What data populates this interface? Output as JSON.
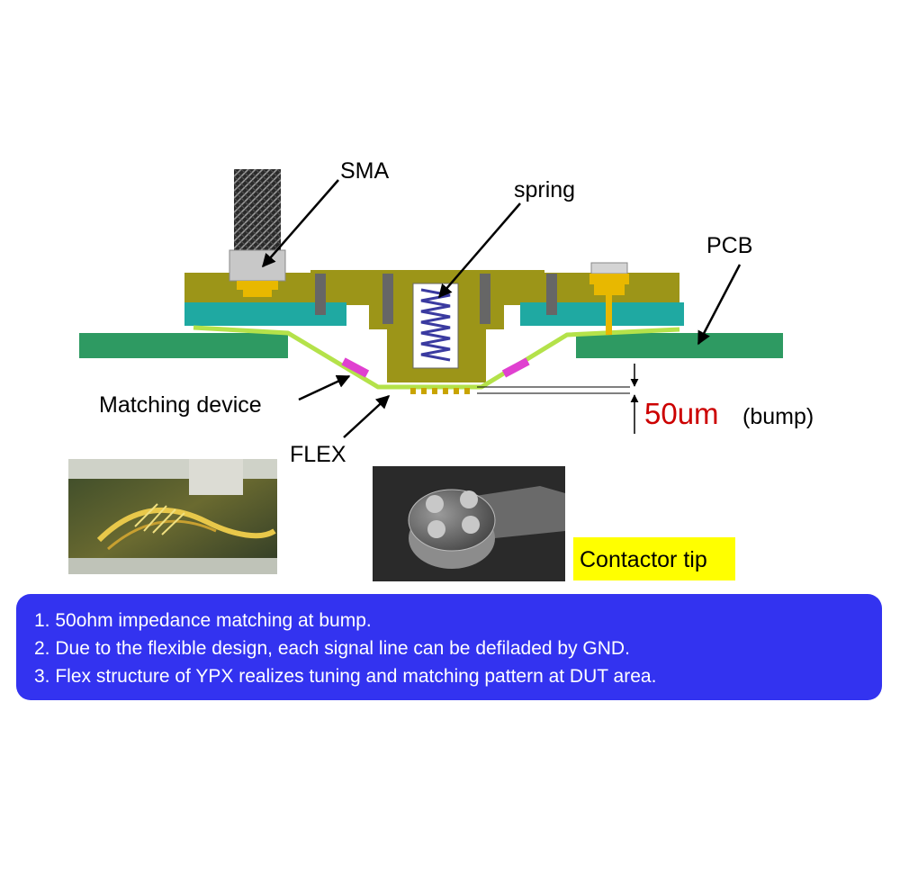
{
  "labels": {
    "sma": "SMA",
    "spring": "spring",
    "pcb": "PCB",
    "matching_device": "Matching device",
    "flex": "FLEX",
    "bump_value": "50um",
    "bump_note": "(bump)",
    "contactor_tip": "Contactor tip"
  },
  "notes": [
    "1. 50ohm impedance matching at bump.",
    "2. Due to the flexible design, each signal line can be defiladed by GND.",
    "3. Flex structure of YPX realizes tuning and matching pattern at DUT area."
  ],
  "colors": {
    "pcb": "#2e9a62",
    "housing": "#9c9518",
    "teal_board": "#1fa9a2",
    "flex": "#b4e24a",
    "matching_device": "#e040d0",
    "bump_value": "#cc0000",
    "spring": "#3a3aa0",
    "note_box": "#3333f0",
    "contactor_highlight": "#ffff00"
  }
}
